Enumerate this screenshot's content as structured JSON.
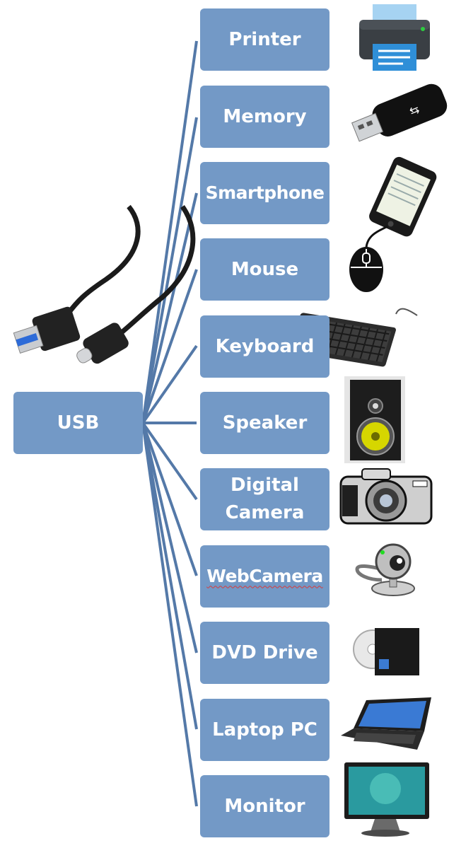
{
  "hub": {
    "label": "USB"
  },
  "devices": [
    {
      "label": "Printer",
      "icon": "printer-icon"
    },
    {
      "label": "Memory",
      "icon": "usb-memory-stick-icon"
    },
    {
      "label": "Smartphone",
      "icon": "smartphone-icon"
    },
    {
      "label": "Mouse",
      "icon": "mouse-icon"
    },
    {
      "label": "Keyboard",
      "icon": "keyboard-icon"
    },
    {
      "label": "Speaker",
      "icon": "speaker-icon"
    },
    {
      "label": "Digital Camera",
      "icon": "digital-camera-icon"
    },
    {
      "label": "WebCamera",
      "icon": "webcam-icon"
    },
    {
      "label": "DVD Drive",
      "icon": "dvd-drive-icon"
    },
    {
      "label": "Laptop PC",
      "icon": "laptop-icon"
    },
    {
      "label": "Monitor",
      "icon": "monitor-icon"
    }
  ],
  "cable_icon": "usb-cable-icon",
  "colors": {
    "box": "#7399c6",
    "connector": "#5479a8",
    "text": "#ffffff"
  }
}
